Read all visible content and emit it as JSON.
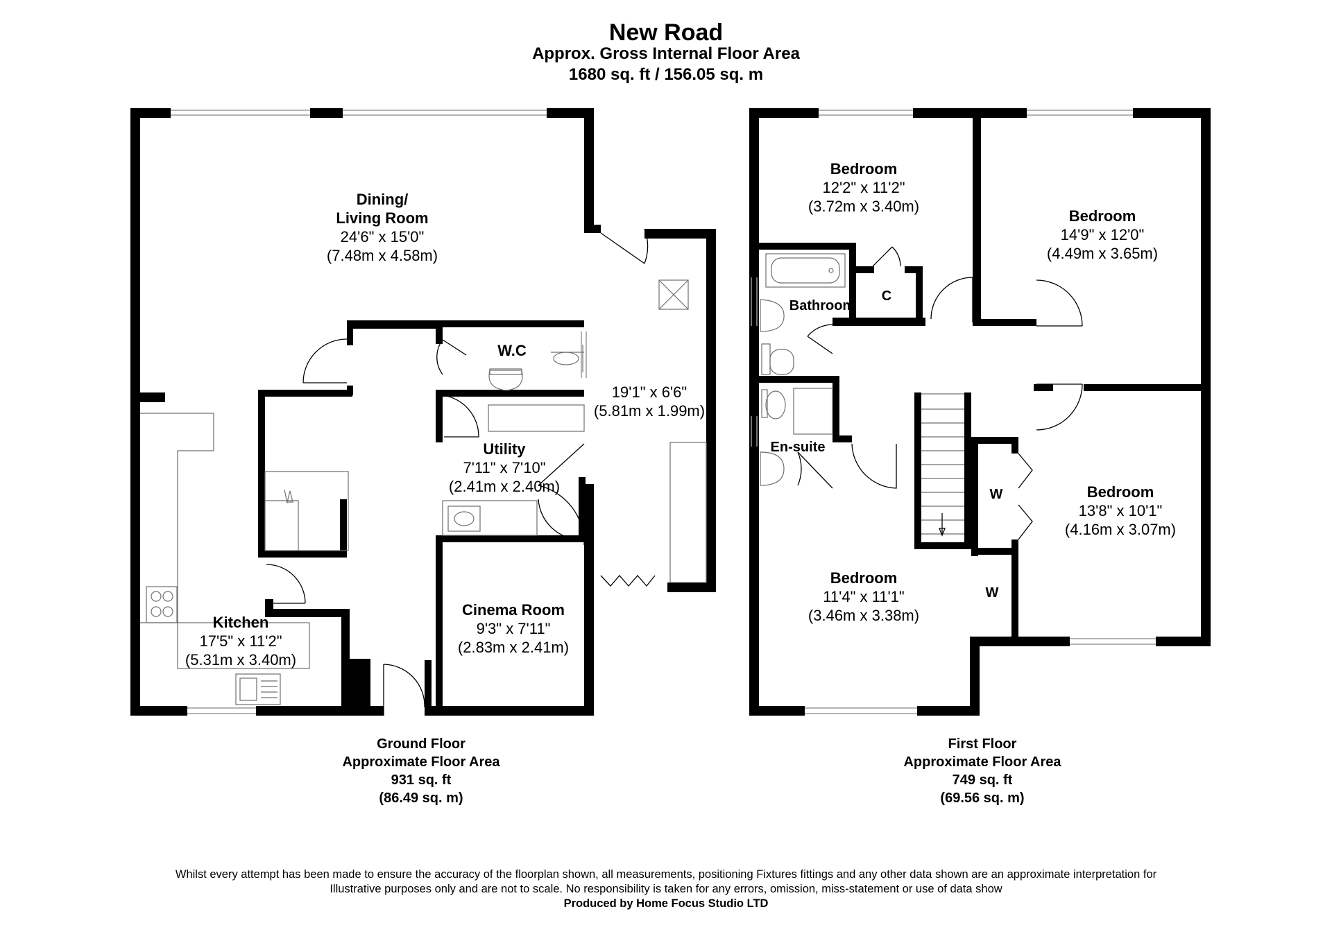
{
  "header": {
    "title": "New Road",
    "subtitle": "Approx. Gross Internal Floor Area",
    "total_area": "1680 sq. ft / 156.05 sq. m"
  },
  "ground_floor": {
    "rooms": {
      "dining": {
        "name_line1": "Dining/",
        "name_line2": "Living Room",
        "imperial": "24'6\" x 15'0\"",
        "metric": "(7.48m x 4.58m)"
      },
      "wc": {
        "name": "W.C"
      },
      "hall": {
        "imperial": "19'1\" x 6'6\"",
        "metric": "(5.81m x 1.99m)"
      },
      "utility": {
        "name": "Utility",
        "imperial": "7'11\" x 7'10\"",
        "metric": "(2.41m x 2.40m)"
      },
      "kitchen": {
        "name": "Kitchen",
        "imperial": "17'5\" x 11'2\"",
        "metric": "(5.31m x 3.40m)"
      },
      "cinema": {
        "name": "Cinema Room",
        "imperial": "9'3\" x 7'11\"",
        "metric": "(2.83m x 2.41m)"
      }
    },
    "label": {
      "line1": "Ground Floor",
      "line2": "Approximate Floor Area",
      "line3": "931 sq. ft",
      "line4": "(86.49 sq. m)"
    }
  },
  "first_floor": {
    "rooms": {
      "bedroom1": {
        "name": "Bedroom",
        "imperial": "12'2\" x 11'2\"",
        "metric": "(3.72m x 3.40m)"
      },
      "bedroom2": {
        "name": "Bedroom",
        "imperial": "14'9\" x 12'0\"",
        "metric": "(4.49m x 3.65m)"
      },
      "bedroom3": {
        "name": "Bedroom",
        "imperial": "13'8\" x 10'1\"",
        "metric": "(4.16m x 3.07m)"
      },
      "bedroom4": {
        "name": "Bedroom",
        "imperial": "11'4\" x 11'1\"",
        "metric": "(3.46m x 3.38m)"
      },
      "bathroom": {
        "name": "Bathroom"
      },
      "ensuite": {
        "name": "En-suite"
      },
      "cupboard": {
        "name": "C"
      },
      "wardrobe1": {
        "name": "W"
      },
      "wardrobe2": {
        "name": "W"
      }
    },
    "label": {
      "line1": "First Floor",
      "line2": "Approximate Floor Area",
      "line3": "749 sq. ft",
      "line4": "(69.56 sq. m)"
    }
  },
  "disclaimer": {
    "line1": "Whilst every attempt has been made to ensure the accuracy of the floorplan shown, all measurements, positioning Fixtures fittings and any other data shown are an approximate interpretation for",
    "line2": "Illustrative purposes only  and are not to scale. No responsibility is taken for any errors, omission, miss-statement or use of data show",
    "producer": "Produced by Home Focus Studio LTD"
  }
}
